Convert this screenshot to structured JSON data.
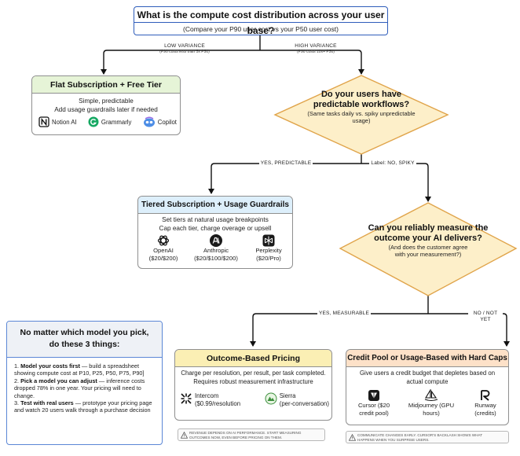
{
  "root": {
    "question": "What is the compute cost distribution across your user base?",
    "subtitle": "(Compare your P90 user cost vs your P50 user cost)"
  },
  "edges": {
    "low_variance": "LOW VARIANCE",
    "low_variance_note": "(P90 costs less than 5x P50)",
    "high_variance": "HIGH VARIANCE",
    "high_variance_note": "(P90 costs 10x+ P50)",
    "yes_predictable": "YES, PREDICTABLE",
    "no_spiky": "Label: NO, SPIKY",
    "yes_measurable": "YES, MEASURABLE",
    "no_not_yet": "NO / NOT YET"
  },
  "decisions": {
    "predictable": {
      "question_line1": "Do your users have",
      "question_line2": "predictable workflows?",
      "sub_line1": "(Same tasks daily vs. spiky unpredictable",
      "sub_line2": "usage)"
    },
    "measure": {
      "question_line1": "Can you reliably measure the",
      "question_line2": "outcome your AI delivers?",
      "sub_line1": "(And does the customer agree",
      "sub_line2": "with your measurement?)"
    }
  },
  "outcomes": {
    "flat": {
      "title": "Flat Subscription + Free Tier",
      "line1": "Simple, predictable",
      "line2": "Add usage guardrails later if needed",
      "examples": [
        "Notion AI",
        "Grammarly",
        "Copilot"
      ]
    },
    "tiered": {
      "title": "Tiered Subscription + Usage Guardrails",
      "line1": "Set tiers at natural usage breakpoints",
      "line2": "Cap each tier, charge overage or upsell",
      "examples": [
        {
          "name": "OpenAI",
          "price": "($20/$200)"
        },
        {
          "name": "Anthropic",
          "price": "($20/$100/$200)"
        },
        {
          "name": "Perplexity",
          "price": "($20/Pro)"
        }
      ]
    },
    "outcome_based": {
      "title": "Outcome-Based Pricing",
      "line1": "Charge per resolution, per result, per task completed.",
      "line2": "Requires robust measurement infrastructure",
      "examples": [
        {
          "name": "Intercom",
          "price": "($0.99/resolution"
        },
        {
          "name": "Sierra",
          "price": "(per-conversation)"
        }
      ],
      "note_line1": "REVENUE DEPENDS ON AI PERFORMANCE. START MEASURING",
      "note_line2": "OUTCOMES NOW, EVEN BEFORE PRICING ON THEM."
    },
    "credit_pool": {
      "title": "Credit Pool or Usage-Based with Hard Caps",
      "line1": "Give users a credit budget that depletes based on",
      "line2": "actual compute",
      "examples": [
        {
          "name": "Cursor ($20",
          "price": "credit pool)"
        },
        {
          "name": "Midjourney (GPU",
          "price": "hours)"
        },
        {
          "name": "Runway",
          "price": "(credits)"
        }
      ],
      "note_line1": "COMMUNICATE CHANGES EARLY. CURSOR'S BACKLASH SHOWS WHAT",
      "note_line2": "HAPPENS WHEN YOU SURPRISE USERS."
    }
  },
  "advice": {
    "title_line1": "No matter which model you pick,",
    "title_line2": "do these 3 things:",
    "items": [
      {
        "num": "1. ",
        "bold": "Model your costs first",
        "text": " — build a spreadsheet showing compute cost at P10, P25, P50, P75, P90]"
      },
      {
        "num": "2. ",
        "bold": "Pick a model you can adjust",
        "text": " — inference costs dropped 78% in one year. Your pricing will need to change."
      },
      {
        "num": "3. ",
        "bold": "Test with real users",
        "text": " — prototype your pricing page and watch 20 users walk through a purchase decision"
      }
    ]
  },
  "colors": {
    "root_border": "#2f5dbb",
    "decision_fill": "#fdefc9",
    "decision_border": "#e0a44a",
    "flat_head": "#e6f4d7",
    "tiered_head": "#ddeffb",
    "outcome_head": "#fbefb4",
    "credit_head": "#fde1c8",
    "advice_border": "#5b87d6"
  },
  "icons": [
    "notion-icon",
    "grammarly-icon",
    "copilot-icon",
    "openai-icon",
    "anthropic-icon",
    "perplexity-icon",
    "intercom-icon",
    "sierra-icon",
    "cursor-icon",
    "midjourney-icon",
    "runway-icon",
    "warning-icon"
  ]
}
